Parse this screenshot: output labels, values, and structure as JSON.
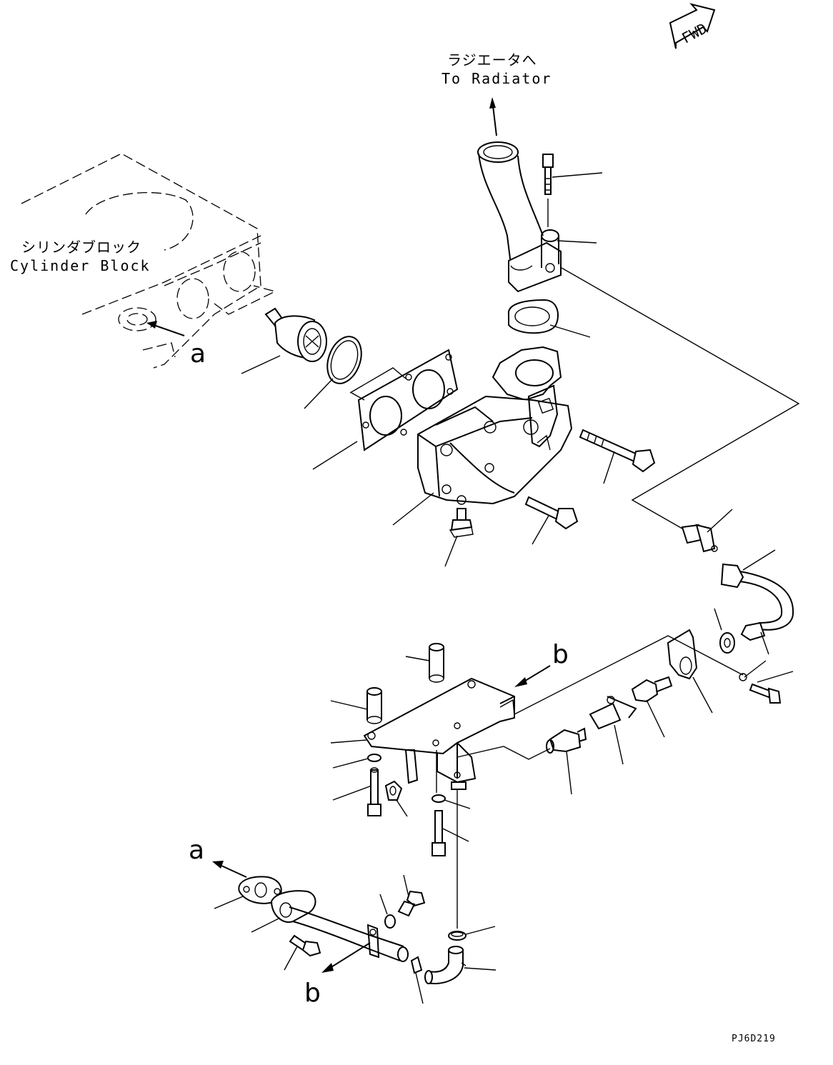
{
  "fwd": "FWD",
  "radiator": {
    "jp": "ラジエータへ",
    "en": "To Radiator"
  },
  "cylinder_block": {
    "jp": "シリンダブロック",
    "en": "Cylinder Block"
  },
  "refs": {
    "a_top": "a",
    "a_bottom": "a",
    "b_top": "b",
    "b_bottom": "b"
  },
  "drawing_code": "PJ6D219"
}
